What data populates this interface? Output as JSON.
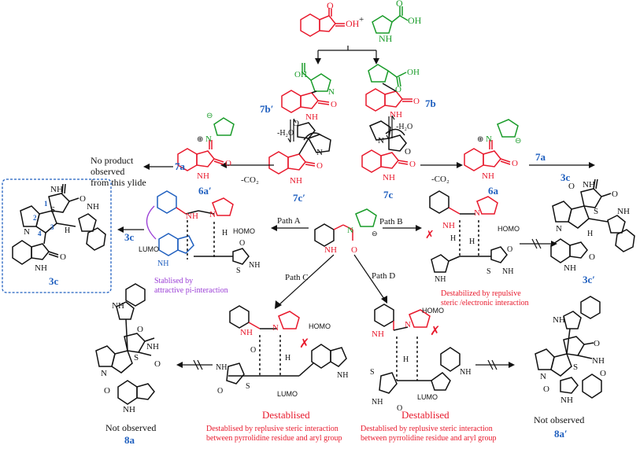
{
  "labels": {
    "n7b_prime": "7b′",
    "n7b": "7b",
    "n7c_prime": "7c′",
    "n7c": "7c",
    "n7a_left": "7a",
    "n7a_right": "7a",
    "n6a_prime": "6a′",
    "n6a": "6a",
    "n3c_right": "3c",
    "n3c_box": "3c",
    "n3c_left": "3c",
    "n3c_prime": "3c′",
    "n8a": "8a",
    "n8a_prime": "8a′"
  },
  "conditions": {
    "water_left": "-H₂O",
    "water_right": "-H₂O",
    "co2_left": "-CO₂",
    "co2_right": "-CO₂"
  },
  "paths": {
    "a": "Path A",
    "b": "Path B",
    "c": "Path C",
    "d": "Path D"
  },
  "orbitals": {
    "homo": "HOMO",
    "lumo": "LUMO"
  },
  "notes": {
    "no_product_1": "No product",
    "no_product_2": "observed",
    "no_product_3": "from this ylide",
    "stabilised_1": "Stablised by",
    "stabilised_2": "attractive pi-interaction",
    "destab_b_1": "Destabilized by repulsive",
    "destab_b_2": "steric /electronic interaction",
    "destab_title": "Destablised",
    "destab_detail_1": "Destablised by replusive steric interaction",
    "destab_detail_2": "between pyrrolidine residue and aryl group",
    "not_observed": "Not observed"
  },
  "atoms": {
    "O": "O",
    "OH": "OH",
    "NH": "NH",
    "N": "N",
    "H": "H",
    "S": "S",
    "plus": "+",
    "minus": "⊖",
    "pos": "⊕",
    "n1": "1",
    "n2": "2",
    "n3": "3",
    "n4": "4"
  },
  "colors": {
    "red": "#e8192c",
    "green": "#1a9c2a",
    "blue": "#1f5fbf",
    "purple": "#9b3fd6",
    "black": "#111111"
  }
}
